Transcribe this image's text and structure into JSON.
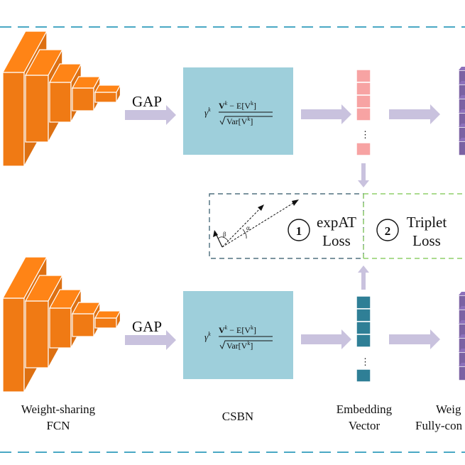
{
  "labels": {
    "gap_top": "GAP",
    "gap_bottom": "GAP",
    "csbn_formula": {
      "gamma": "γ",
      "sup": "k",
      "numerator": "V",
      "numerator_sup": "k",
      "minus_expectation": " − E[V",
      "expectation_sup": "k",
      "expectation_close": "]",
      "denominator": "Var[V",
      "denominator_sup": "k",
      "denominator_close": "]"
    },
    "loss1_number": "1",
    "loss1_line1": "expAT",
    "loss1_line2": "Loss",
    "loss2_number": "2",
    "loss2_line1": "Triplet",
    "loss2_line2": "Loss",
    "alpha": "α",
    "beta": "β",
    "dots_top": "⋮",
    "dots_bottom": "⋮",
    "caption_fcn_line1": "Weight-sharing",
    "caption_fcn_line2": "FCN",
    "caption_csbn": "CSBN",
    "caption_embedding_line1": "Embedding",
    "caption_embedding_line2": "Vector",
    "caption_fc_line1": "Weig",
    "caption_fc_line2": "Fully-con"
  },
  "colors": {
    "cnn_orange": "#f07a14",
    "csbn_box": "#9ecfdb",
    "embedding_top": "#f7a3a3",
    "embedding_bottom": "#2f7f96",
    "fc_purple": "#7b62a3",
    "arrow": "#c9c2de",
    "dash_blue": "#4aa8c4",
    "dash_green": "#8fcf6a",
    "dash_navy": "#2d5366"
  }
}
